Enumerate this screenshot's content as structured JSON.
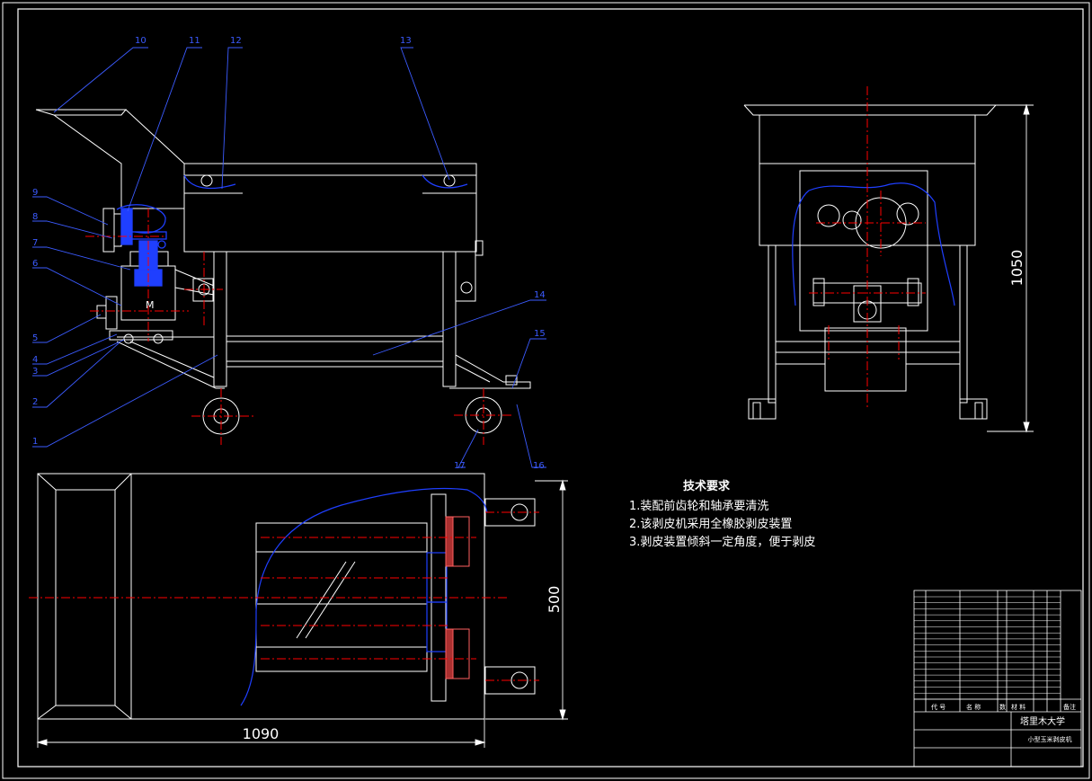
{
  "callouts": [
    "1",
    "2",
    "3",
    "4",
    "5",
    "6",
    "7",
    "8",
    "9",
    "10",
    "11",
    "12",
    "13",
    "14",
    "15",
    "16",
    "17"
  ],
  "motor_label": "M",
  "dimensions": {
    "side_height": "1050",
    "top_width": "500",
    "top_length": "1090"
  },
  "technical_requirements": {
    "title": "技术要求",
    "items": [
      "1.装配前齿轮和轴承要清洗",
      "2.该剥皮机采用全橡胶剥皮装置",
      "3.剥皮装置倾斜一定角度，便于剥皮"
    ]
  },
  "title_block": {
    "school": "塔里木大学",
    "drawing_name": "小型玉米剥皮机",
    "header_code": "代 号",
    "header_name": "名 称",
    "header_qty": "数",
    "header_material": "材 料",
    "header_note": "备注"
  },
  "colors": {
    "background": "#000000",
    "outline": "#ffffff",
    "centerline": "#ff0000",
    "leader": "#3b5bff",
    "section": "#1f3fff",
    "hatch": "#ff6060"
  }
}
